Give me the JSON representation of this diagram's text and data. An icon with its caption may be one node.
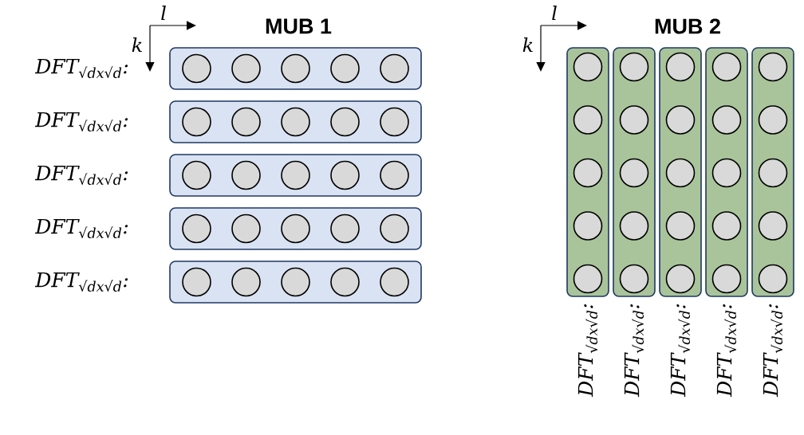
{
  "diagram": {
    "nodes": [
      {
        "text": [],
        "shape": "bar",
        "beside": [
          "DFT$_{√dx√d}$:"
        ]
      },
      {
        "text": [],
        "shape": "bar",
        "beside": [
          "DFT$_{√dx√d}$:"
        ]
      },
      {
        "text": [],
        "shape": "bar",
        "beside": [
          "DFT$_{√dx√d}$:"
        ]
      },
      {
        "text": [],
        "shape": "bar",
        "beside": [
          "DFT$_{√dx√d}$:"
        ]
      },
      {
        "text": [],
        "shape": "bar",
        "beside": [
          "DFT$_{√dx√d}$:"
        ]
      },
      {
        "text": [],
        "shape": "bar",
        "beside": [
          "DFT$_{√dx√d}$:"
        ]
      },
      {
        "text": [],
        "shape": "bar",
        "beside": [
          "DFT$_{√dx√d}$:"
        ]
      },
      {
        "text": [],
        "shape": "bar",
        "beside": [
          "DFT$_{√dx√d}$:"
        ]
      },
      {
        "text": [],
        "shape": "bar",
        "beside": [
          "DFT$_{√dx√d}$:"
        ]
      },
      {
        "text": [],
        "shape": "bar",
        "beside": [
          "DFT$_{√dx√d}$:"
        ]
      }
    ],
    "labels": [
      "l",
      "k",
      "MUB 1",
      "l",
      "k",
      "MUB 2"
    ]
  }
}
